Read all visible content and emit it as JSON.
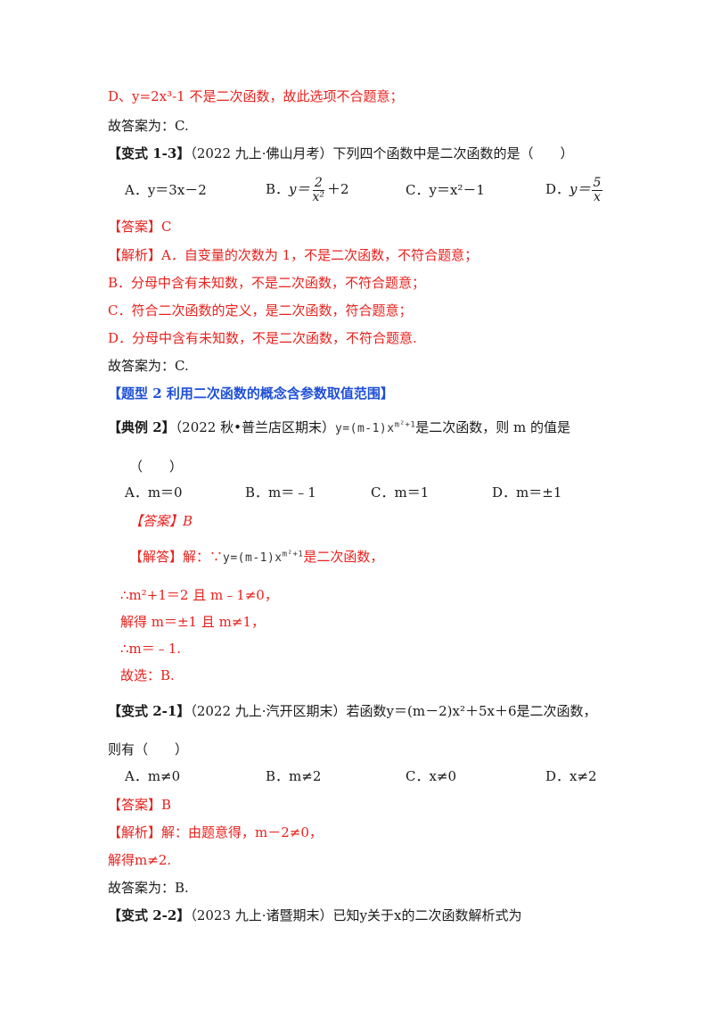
{
  "lines": {
    "l1": "D、y=2x³-1 不是二次函数，故此选项不合题意；",
    "l2": "故答案为：C.",
    "l3_tag": "【变式 1-3】",
    "l3_text": "（2022 九上·佛山月考）下列四个函数中是二次函数的是（　　）",
    "l5_ans": "【答案】C",
    "l6": "【解析】A．自变量的次数为 1，不是二次函数，不符合题意；",
    "l7": "B．分母中含有未知数，不是二次函数，不符合题意；",
    "l8": "C．符合二次函数的定义，是二次函数，符合题意；",
    "l9": "D．分母中含有未知数，不是二次函数，不符合题意.",
    "l10": "故答案为：C.",
    "l11": "【题型 2 利用二次函数的概念含参数取值范围】",
    "l12_tag": "【典例 2】",
    "l12_src": "（2022 秋•普兰店区期末）",
    "l12_tail": "是二次函数，则 m 的值是",
    "l13": "（　　）",
    "l15": "【答案】B",
    "l16_pre": "【解答】解：∵",
    "l16_tail": "是二次函数，",
    "l17": "∴m²+1＝2 且 m﹣1≠0，",
    "l18": "解得 m＝±1 且 m≠1，",
    "l19": "∴m＝﹣1.",
    "l20": "故选：B.",
    "l21_tag": "【变式 2-1】",
    "l21_text": "（2022 九上·汽开区期末）若函数y＝(m－2)x²＋5x＋6是二次函数，",
    "l22": "则有（　　）",
    "l24": "【答案】B",
    "l25": "【解析】解：由题意得，m－2≠0，",
    "l26": "解得m≠2.",
    "l27": "故答案为：B.",
    "l28_tag": "【变式 2-2】",
    "l28_text": "（2023 九上·诸暨期末）已知y关于x的二次函数解析式为"
  },
  "options_1_3": {
    "a": "A．y＝3x－2",
    "b_label": "B．",
    "b_y": "y＝",
    "b_num": "2",
    "b_den": "x²",
    "b_tail": "＋2",
    "c": "C．y＝x²－1",
    "d_label": "D．",
    "d_y": "y＝",
    "d_num": "5",
    "d_den": "x"
  },
  "options_ex2": {
    "a": "A．m＝0",
    "b": "B．m＝﹣1",
    "c": "C．m＝1",
    "d": "D．m＝±1"
  },
  "options_2_1": {
    "a": "A．m≠0",
    "b": "B．m≠2",
    "c": "C．x≠0",
    "d": "D．x≠2"
  },
  "img_eq": {
    "base": "y=(m-1)x",
    "exp": "m²+1"
  },
  "colors": {
    "answer_red": "#e8211d",
    "heading_blue": "#1e4fd8",
    "text": "#1a1a1a"
  }
}
